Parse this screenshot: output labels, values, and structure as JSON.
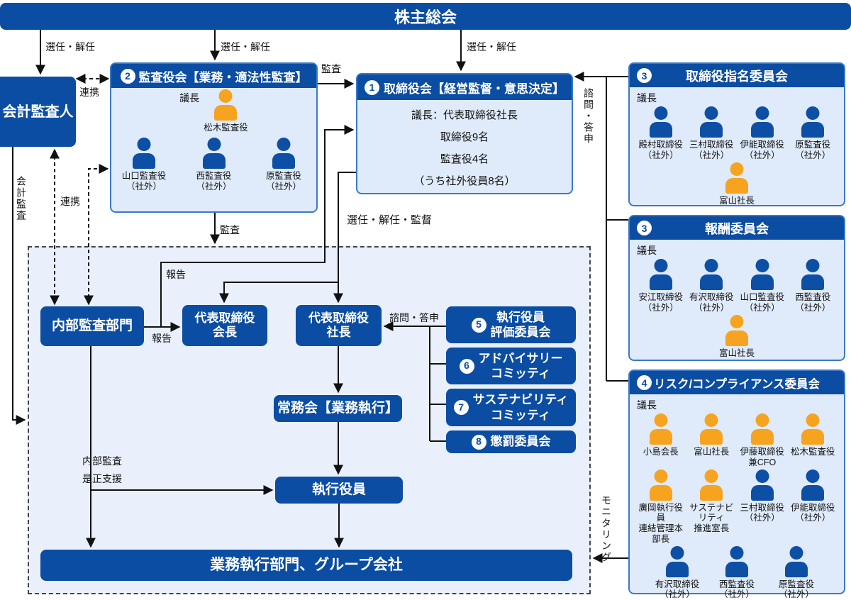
{
  "title": "株主総会",
  "colors": {
    "primary_blue": "#0b4da2",
    "panel_fill": "#dfeafa",
    "panel_border": "#3b7ac9",
    "region_fill": "#e9f0fb",
    "person_blue": "#0d4fa5",
    "person_orange": "#f6a41f"
  },
  "labels": {
    "appoint_dismiss": "選任・解任",
    "audit": "監査",
    "cooperation": "連携",
    "accounting_audit": "会計監査",
    "report": "報告",
    "appoint_dismiss_supervise": "選任・解任・監督",
    "consult_report": "諮問・答申",
    "monitoring": "モニタリング",
    "internal_audit": "内部監査",
    "correction_support": "是正支援"
  },
  "nodes": {
    "auditor": "会計監査人",
    "internal_audit_dept": "内部監査部門",
    "chairman": "代表取締役\n会長",
    "president": "代表取締役\n社長",
    "jomukai": "常務会【業務執行】",
    "exec_officers": "執行役員",
    "biz_units": "業務執行部門、グループ会社",
    "audit_board": {
      "num": "2",
      "title": "監査役会【業務・適法性監査】",
      "chair_label": "議長",
      "chair_name": "松木監査役",
      "members": [
        {
          "name": "山口監査役",
          "sub": "（社外）",
          "color": "blue"
        },
        {
          "name": "西監査役",
          "sub": "（社外）",
          "color": "blue"
        },
        {
          "name": "原監査役",
          "sub": "（社外）",
          "color": "blue"
        }
      ]
    },
    "board": {
      "num": "1",
      "title": "取締役会【経営監督・意思決定】",
      "lines": [
        "議長：代表取締役社長",
        "取締役9名",
        "監査役4名",
        "（うち社外役員8名）"
      ]
    },
    "nomination": {
      "num": "3",
      "title": "取締役指名委員会",
      "chair_label": "議長",
      "members": [
        {
          "name": "殿村取締役",
          "sub": "（社外）",
          "color": "blue"
        },
        {
          "name": "三村取締役",
          "sub": "（社外）",
          "color": "blue"
        },
        {
          "name": "伊能取締役",
          "sub": "（社外）",
          "color": "blue"
        },
        {
          "name": "原監査役",
          "sub": "（社外）",
          "color": "blue"
        }
      ],
      "bottom": {
        "name": "富山社長",
        "color": "orange"
      }
    },
    "remuneration": {
      "num": "3",
      "title": "報酬委員会",
      "chair_label": "議長",
      "members": [
        {
          "name": "安江取締役",
          "sub": "（社外）",
          "color": "blue"
        },
        {
          "name": "有沢取締役",
          "sub": "（社外）",
          "color": "blue"
        },
        {
          "name": "山口監査役",
          "sub": "（社外）",
          "color": "blue"
        },
        {
          "name": "西監査役",
          "sub": "（社外）",
          "color": "blue"
        }
      ],
      "bottom": {
        "name": "富山社長",
        "color": "orange"
      }
    },
    "risk": {
      "num": "4",
      "title": "リスク/コンプライアンス委員会",
      "chair_label": "議長",
      "row1": [
        {
          "name": "小島会長",
          "color": "orange"
        },
        {
          "name": "富山社長",
          "color": "orange"
        },
        {
          "name": "伊藤取締役",
          "sub": "兼CFO",
          "color": "orange"
        },
        {
          "name": "松木監査役",
          "color": "orange"
        }
      ],
      "row2": [
        {
          "name": "廣岡執行役員",
          "sub": "連結管理本部長",
          "color": "orange"
        },
        {
          "name": "サステナビリティ",
          "sub": "推進室長",
          "color": "orange"
        },
        {
          "name": "三村取締役",
          "sub": "（社外）",
          "color": "blue"
        },
        {
          "name": "伊能取締役",
          "sub": "（社外）",
          "color": "blue"
        }
      ],
      "row3": [
        {
          "name": "有沢取締役",
          "sub": "（社外）",
          "color": "blue"
        },
        {
          "name": "西監査役",
          "sub": "（社外）",
          "color": "blue"
        },
        {
          "name": "原監査役",
          "sub": "（社外）",
          "color": "blue"
        }
      ]
    },
    "committee5": {
      "num": "5",
      "text": "執行役員\n評価委員会"
    },
    "committee6": {
      "num": "6",
      "text": "アドバイサリー\nコミッティ"
    },
    "committee7": {
      "num": "7",
      "text": "サステナビリティ\nコミッティ"
    },
    "committee8": {
      "num": "8",
      "text": "懲罰委員会"
    }
  }
}
